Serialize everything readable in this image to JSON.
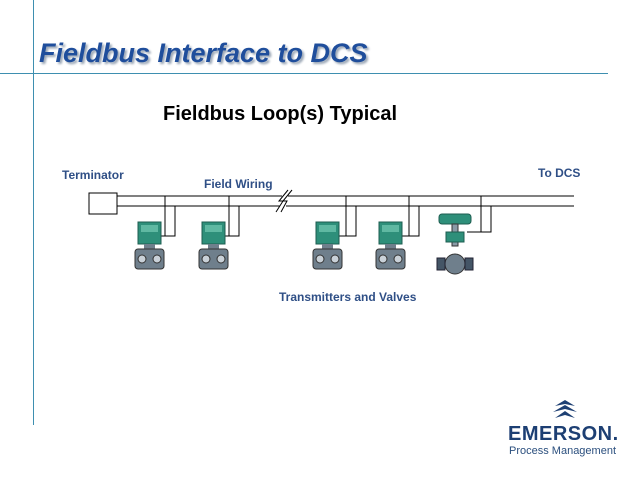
{
  "slide": {
    "title": "Fieldbus Interface to DCS",
    "subtitle": "Fieldbus Loop(s) Typical"
  },
  "diagram": {
    "labels": {
      "terminator": "Terminator",
      "field_wiring": "Field Wiring",
      "to_dcs": "To DCS",
      "transmitters_and_valves": "Transmitters and Valves"
    },
    "devices": [
      {
        "type": "transmitter-icon"
      },
      {
        "type": "transmitter-icon"
      },
      {
        "type": "transmitter-icon"
      },
      {
        "type": "transmitter-icon"
      },
      {
        "type": "control-valve-icon"
      }
    ]
  },
  "branding": {
    "company": "EMERSON.",
    "division": "Process Management"
  },
  "colors": {
    "title": "#1f4e9c",
    "accent_lines": "#3e8fb0",
    "transmitter_head": "#2e8f7a",
    "device_body": "#6f7f8c",
    "logo": "#1d3f73"
  }
}
